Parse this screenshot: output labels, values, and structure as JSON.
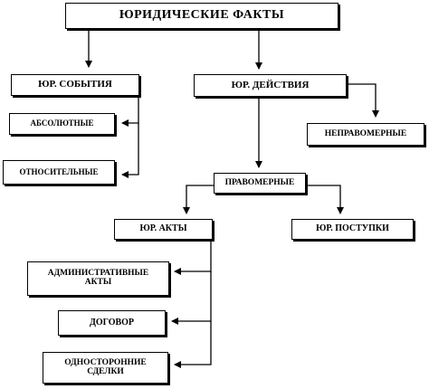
{
  "diagram": {
    "nodes": {
      "root": "ЮРИДИЧЕСКИЕ  ФАКТЫ",
      "events": "ЮР. СОБЫТИЯ",
      "actions": "ЮР. ДЕЙСТВИЯ",
      "absolute": "АБСОЛЮТНЫЕ",
      "relative": "ОТНОСИТЕЛЬНЫЕ",
      "unlawful": "НЕПРАВОМЕРНЫЕ",
      "lawful": "ПРАВОМЕРНЫЕ",
      "legal_acts": "ЮР. АКТЫ",
      "legal_deeds": "ЮР. ПОСТУПКИ",
      "admin_acts": "АДМИНИСТРАТИВНЫЕ АКТЫ",
      "contract": "ДОГОВОР",
      "unilateral": "ОДНОСТОРОННИЕ СДЕЛКИ"
    }
  }
}
